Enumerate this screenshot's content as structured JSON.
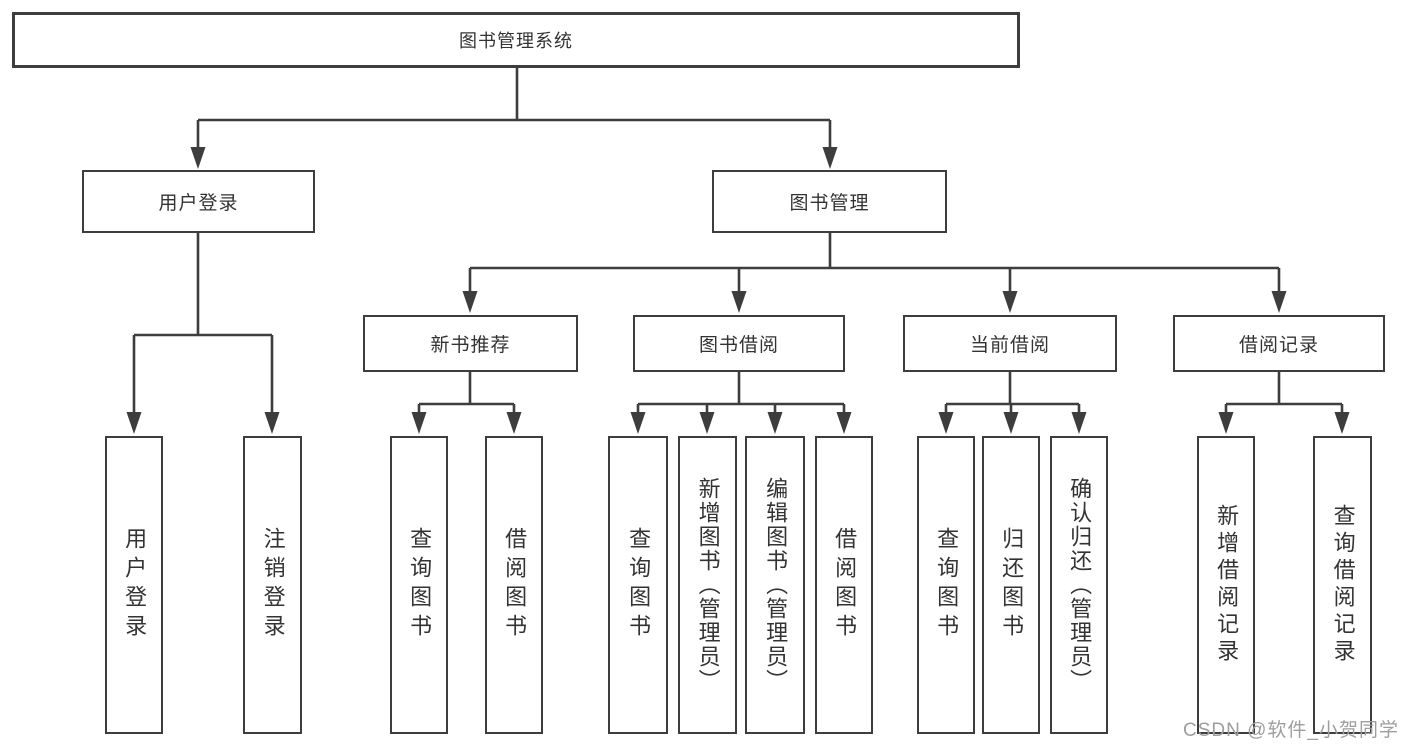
{
  "tree": {
    "label": "图书管理系统",
    "children": [
      {
        "label": "用户登录",
        "children": [
          "用户登录",
          "注销登录"
        ]
      },
      {
        "label": "图书管理",
        "children": [
          {
            "label": "新书推荐",
            "children": [
              "查询图书",
              "借阅图书"
            ]
          },
          {
            "label": "图书借阅",
            "children": [
              "查询图书",
              "新增图书（管理员）",
              "编辑图书（管理员）",
              "借阅图书"
            ]
          },
          {
            "label": "当前借阅",
            "children": [
              "查询图书",
              "归还图书",
              "确认归还（管理员）"
            ]
          },
          {
            "label": "借阅记录",
            "children": [
              "新增借阅记录",
              "查询借阅记录"
            ]
          }
        ]
      }
    ]
  },
  "watermark": {
    "text": "CSDN @软件_小贺同学"
  },
  "colors": {
    "line": "#3d3d3d",
    "box_border": "#3d3d3d",
    "box_fill": "#ffffff",
    "text": "#333333",
    "watermark": "#9e9e9e"
  }
}
